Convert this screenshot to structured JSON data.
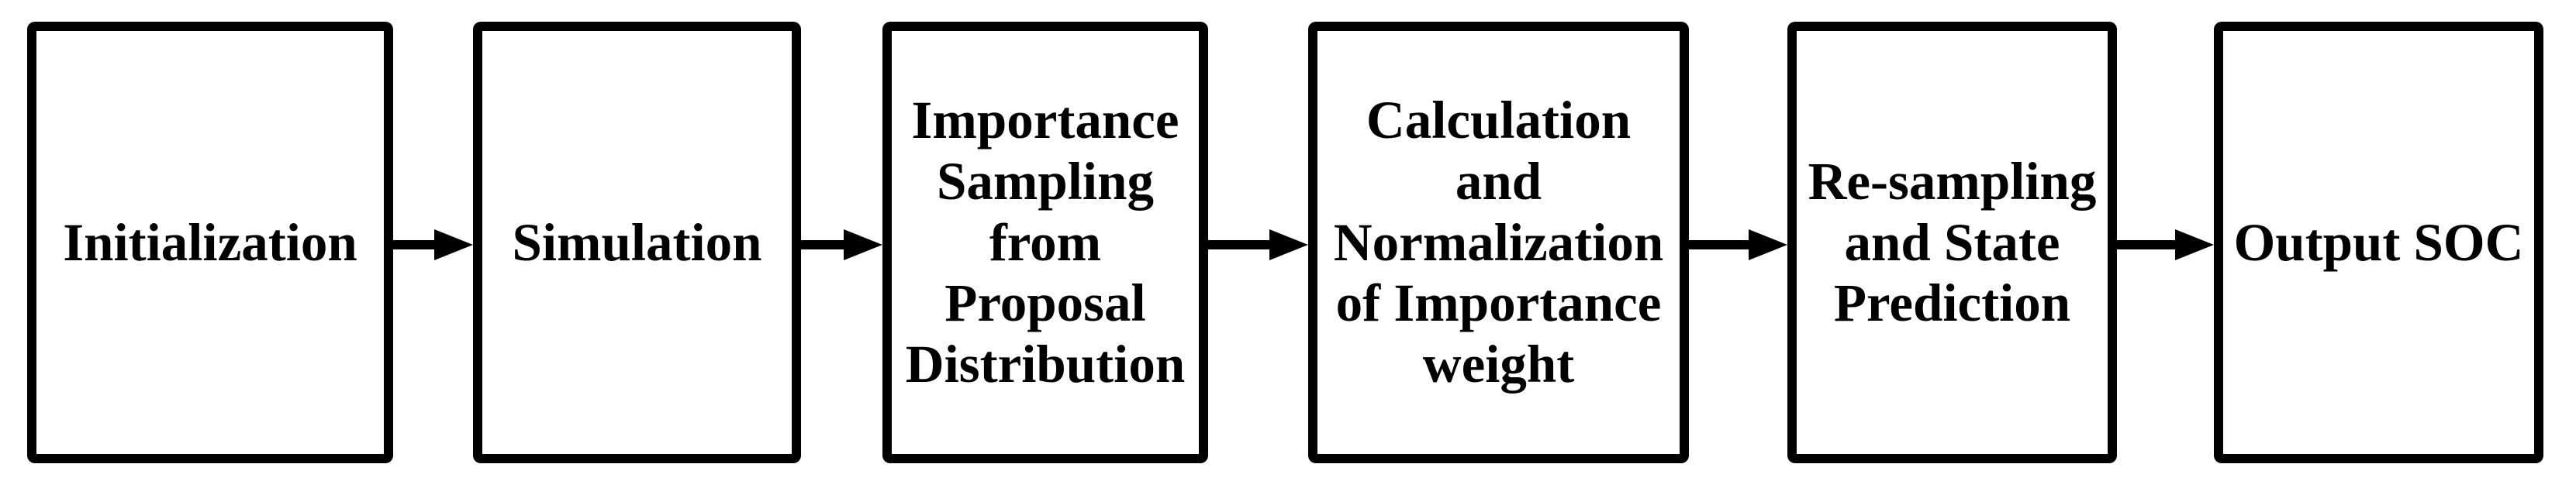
{
  "figure": {
    "description": "Particle-filter SOC estimation flowchart",
    "colors": {
      "ink": "#000000",
      "background": "#ffffff"
    }
  },
  "flowchart": {
    "type": "process-flow",
    "direction": "left-to-right",
    "steps": [
      {
        "label": "Initialization",
        "lines": [
          "Initialization"
        ]
      },
      {
        "label": "Simulation",
        "lines": [
          "Simulation"
        ]
      },
      {
        "label": "Importance Sampling from Proposal Distribution",
        "lines": [
          "Importance",
          "Sampling",
          "from",
          "Proposal",
          "Distribution"
        ]
      },
      {
        "label": "Calculation and Normalization of Importance weight",
        "lines": [
          "Calculation",
          "and",
          "Normalization",
          "of Importance",
          "weight"
        ]
      },
      {
        "label": "Re-sampling and State Prediction",
        "lines": [
          "Re-sampling",
          "and State",
          "Prediction"
        ]
      },
      {
        "label": "Output SOC",
        "lines": [
          "Output SOC"
        ]
      }
    ],
    "connectors": [
      {
        "from": "Initialization",
        "to": "Simulation"
      },
      {
        "from": "Simulation",
        "to": "Importance Sampling from Proposal Distribution"
      },
      {
        "from": "Importance Sampling from Proposal Distribution",
        "to": "Calculation and Normalization of Importance weight"
      },
      {
        "from": "Calculation and Normalization of Importance weight",
        "to": "Re-sampling and State Prediction"
      },
      {
        "from": "Re-sampling and State Prediction",
        "to": "Output SOC"
      }
    ]
  }
}
